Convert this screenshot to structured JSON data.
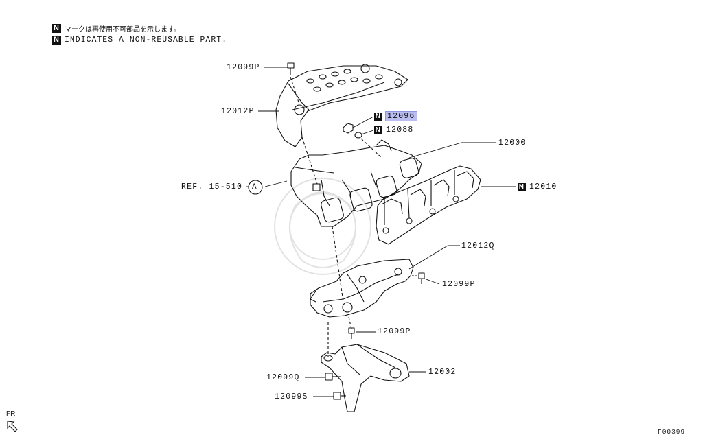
{
  "legend": {
    "mark": "N",
    "line_jp": "マークは再使用不可部品を示します。",
    "line_en": "INDICATES A NON-REUSABLE PART."
  },
  "parts": [
    {
      "id": "12099P-top",
      "number": "12099P",
      "non_reusable": false
    },
    {
      "id": "12012P",
      "number": "12012P",
      "non_reusable": false
    },
    {
      "id": "12096",
      "number": "12096",
      "non_reusable": true,
      "highlighted": true
    },
    {
      "id": "12088",
      "number": "12088",
      "non_reusable": true
    },
    {
      "id": "12000",
      "number": "12000",
      "non_reusable": false
    },
    {
      "id": "12010",
      "number": "12010",
      "non_reusable": true
    },
    {
      "id": "12012Q",
      "number": "12012Q",
      "non_reusable": false
    },
    {
      "id": "12099P-mid",
      "number": "12099P",
      "non_reusable": false
    },
    {
      "id": "12099P-low",
      "number": "12099P",
      "non_reusable": false
    },
    {
      "id": "12002",
      "number": "12002",
      "non_reusable": false
    },
    {
      "id": "12099Q",
      "number": "12099Q",
      "non_reusable": false
    },
    {
      "id": "12099S",
      "number": "12099S",
      "non_reusable": false
    }
  ],
  "reference": {
    "text": "REF. 15-510",
    "circle_letter": "A"
  },
  "orientation": {
    "text": "FR",
    "icon": "front-direction-arrow-icon"
  },
  "figure_number": "F00399",
  "colors": {
    "highlight": "#b9bdf0",
    "ink": "#111111"
  }
}
